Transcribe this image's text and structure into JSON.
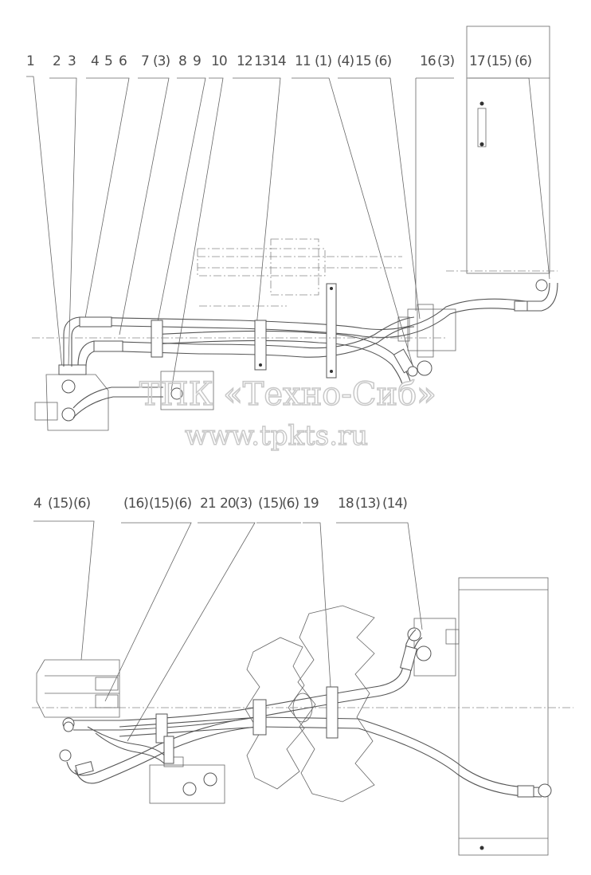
{
  "top_view": {
    "callouts": [
      "1",
      "2",
      "3",
      "4",
      "5",
      "6",
      "7",
      "(3)",
      "8",
      "9",
      "10",
      "12",
      "13",
      "14",
      "11",
      "(1)",
      "(4)",
      "15",
      "(6)",
      "16",
      "(3)",
      "17",
      "(15)",
      "(6)"
    ]
  },
  "bottom_view": {
    "callouts": [
      "4",
      "(15)",
      "(6)",
      "(16)",
      "(15)",
      "(6)",
      "21",
      "20",
      "(3)",
      "(15)",
      "(6)",
      "19",
      "18",
      "(13)",
      "(14)"
    ]
  },
  "watermark": {
    "company": "ТПК «Техно-Сиб»",
    "website": "www.tpkts.ru"
  }
}
